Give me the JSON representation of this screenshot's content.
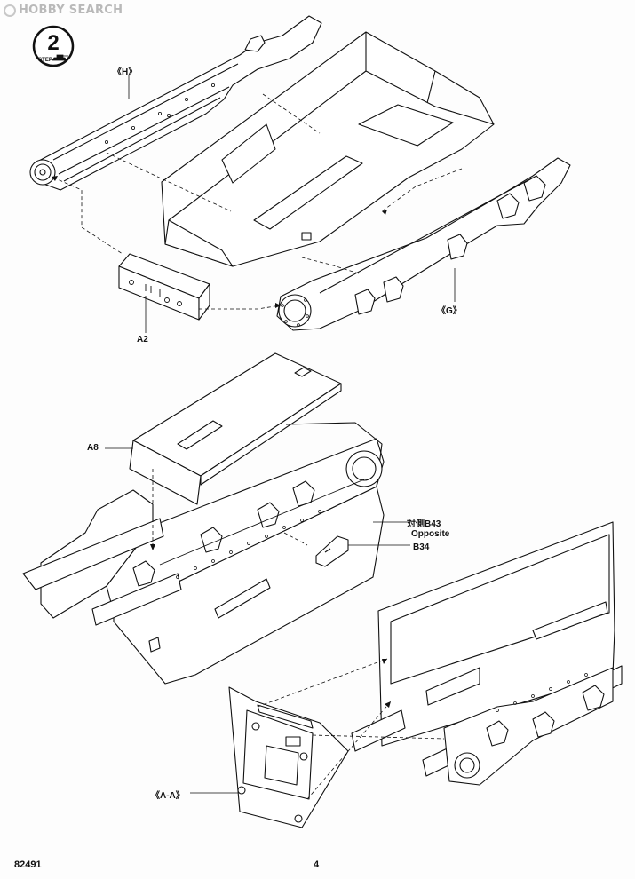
{
  "watermark": {
    "text": "HOBBY SEARCH"
  },
  "step": {
    "number": "2",
    "word": "STEP"
  },
  "labels": {
    "part_h": "《H》",
    "part_g": "《G》",
    "part_a2": "A2",
    "part_a8": "A8",
    "opposite_cn": "対側B43",
    "opposite_en": "Opposite",
    "part_b34": "B34",
    "part_aa": "《A-A》"
  },
  "footer": {
    "kit_number": "82491",
    "page_number": "4"
  }
}
